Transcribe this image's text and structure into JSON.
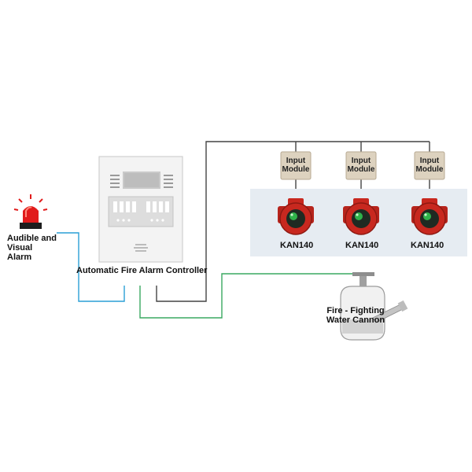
{
  "labels": {
    "alarm": "Audible and Visual Alarm",
    "controller": "Automatic Fire Alarm Controller",
    "cannon": "Fire - Fighting Water Cannon"
  },
  "modules": [
    {
      "line1": "Input",
      "line2": "Module"
    },
    {
      "line1": "Input",
      "line2": "Module"
    },
    {
      "line1": "Input",
      "line2": "Module"
    }
  ],
  "detectors": [
    {
      "model": "KAN140"
    },
    {
      "model": "KAN140"
    },
    {
      "model": "KAN140"
    }
  ],
  "colors": {
    "alarm_line": "#2a9fd6",
    "cannon_line": "#3aa860",
    "module_line": "#444444",
    "detector_panel": "#e6ecf2",
    "detector_red": "#c8281f",
    "lamp_red": "#e11b1b"
  }
}
